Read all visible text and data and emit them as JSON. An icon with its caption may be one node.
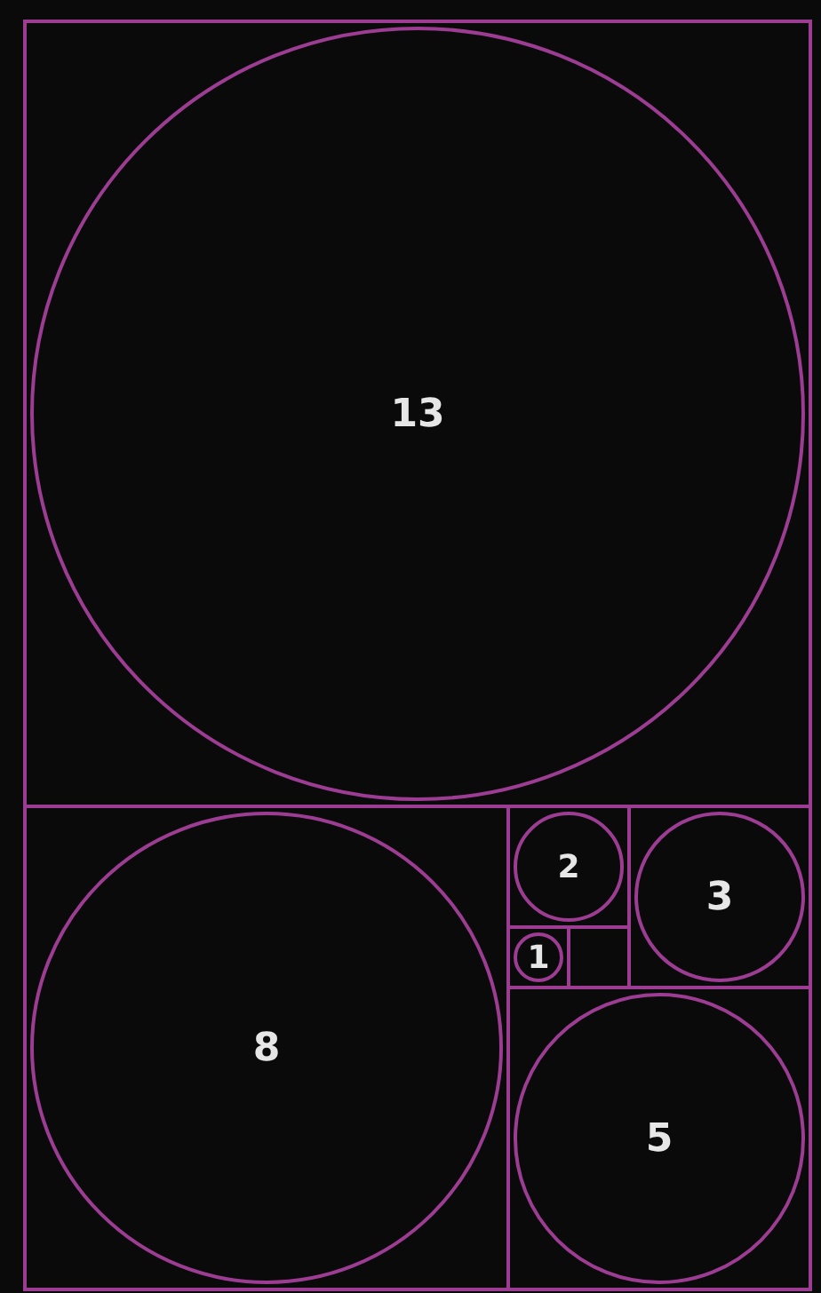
{
  "diagram": {
    "nodes": [
      {
        "text": [
          "13"
        ]
      },
      {
        "text": [
          "2"
        ]
      },
      {
        "text": [
          "3"
        ]
      },
      {
        "text": [
          "1"
        ]
      },
      {
        "text": [
          "8"
        ]
      },
      {
        "text": [
          "5"
        ]
      }
    ]
  }
}
